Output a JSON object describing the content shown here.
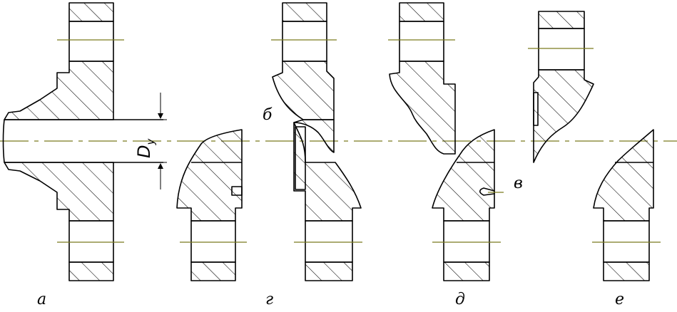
{
  "labels": {
    "a": "а",
    "g": "г",
    "d": "д",
    "e": "е",
    "b": "б",
    "v": "в"
  },
  "dimension": {
    "main": "D",
    "sub": "у"
  },
  "colors": {
    "outline": "#000000",
    "axis": "#7a7a1e",
    "background": "#ffffff"
  }
}
